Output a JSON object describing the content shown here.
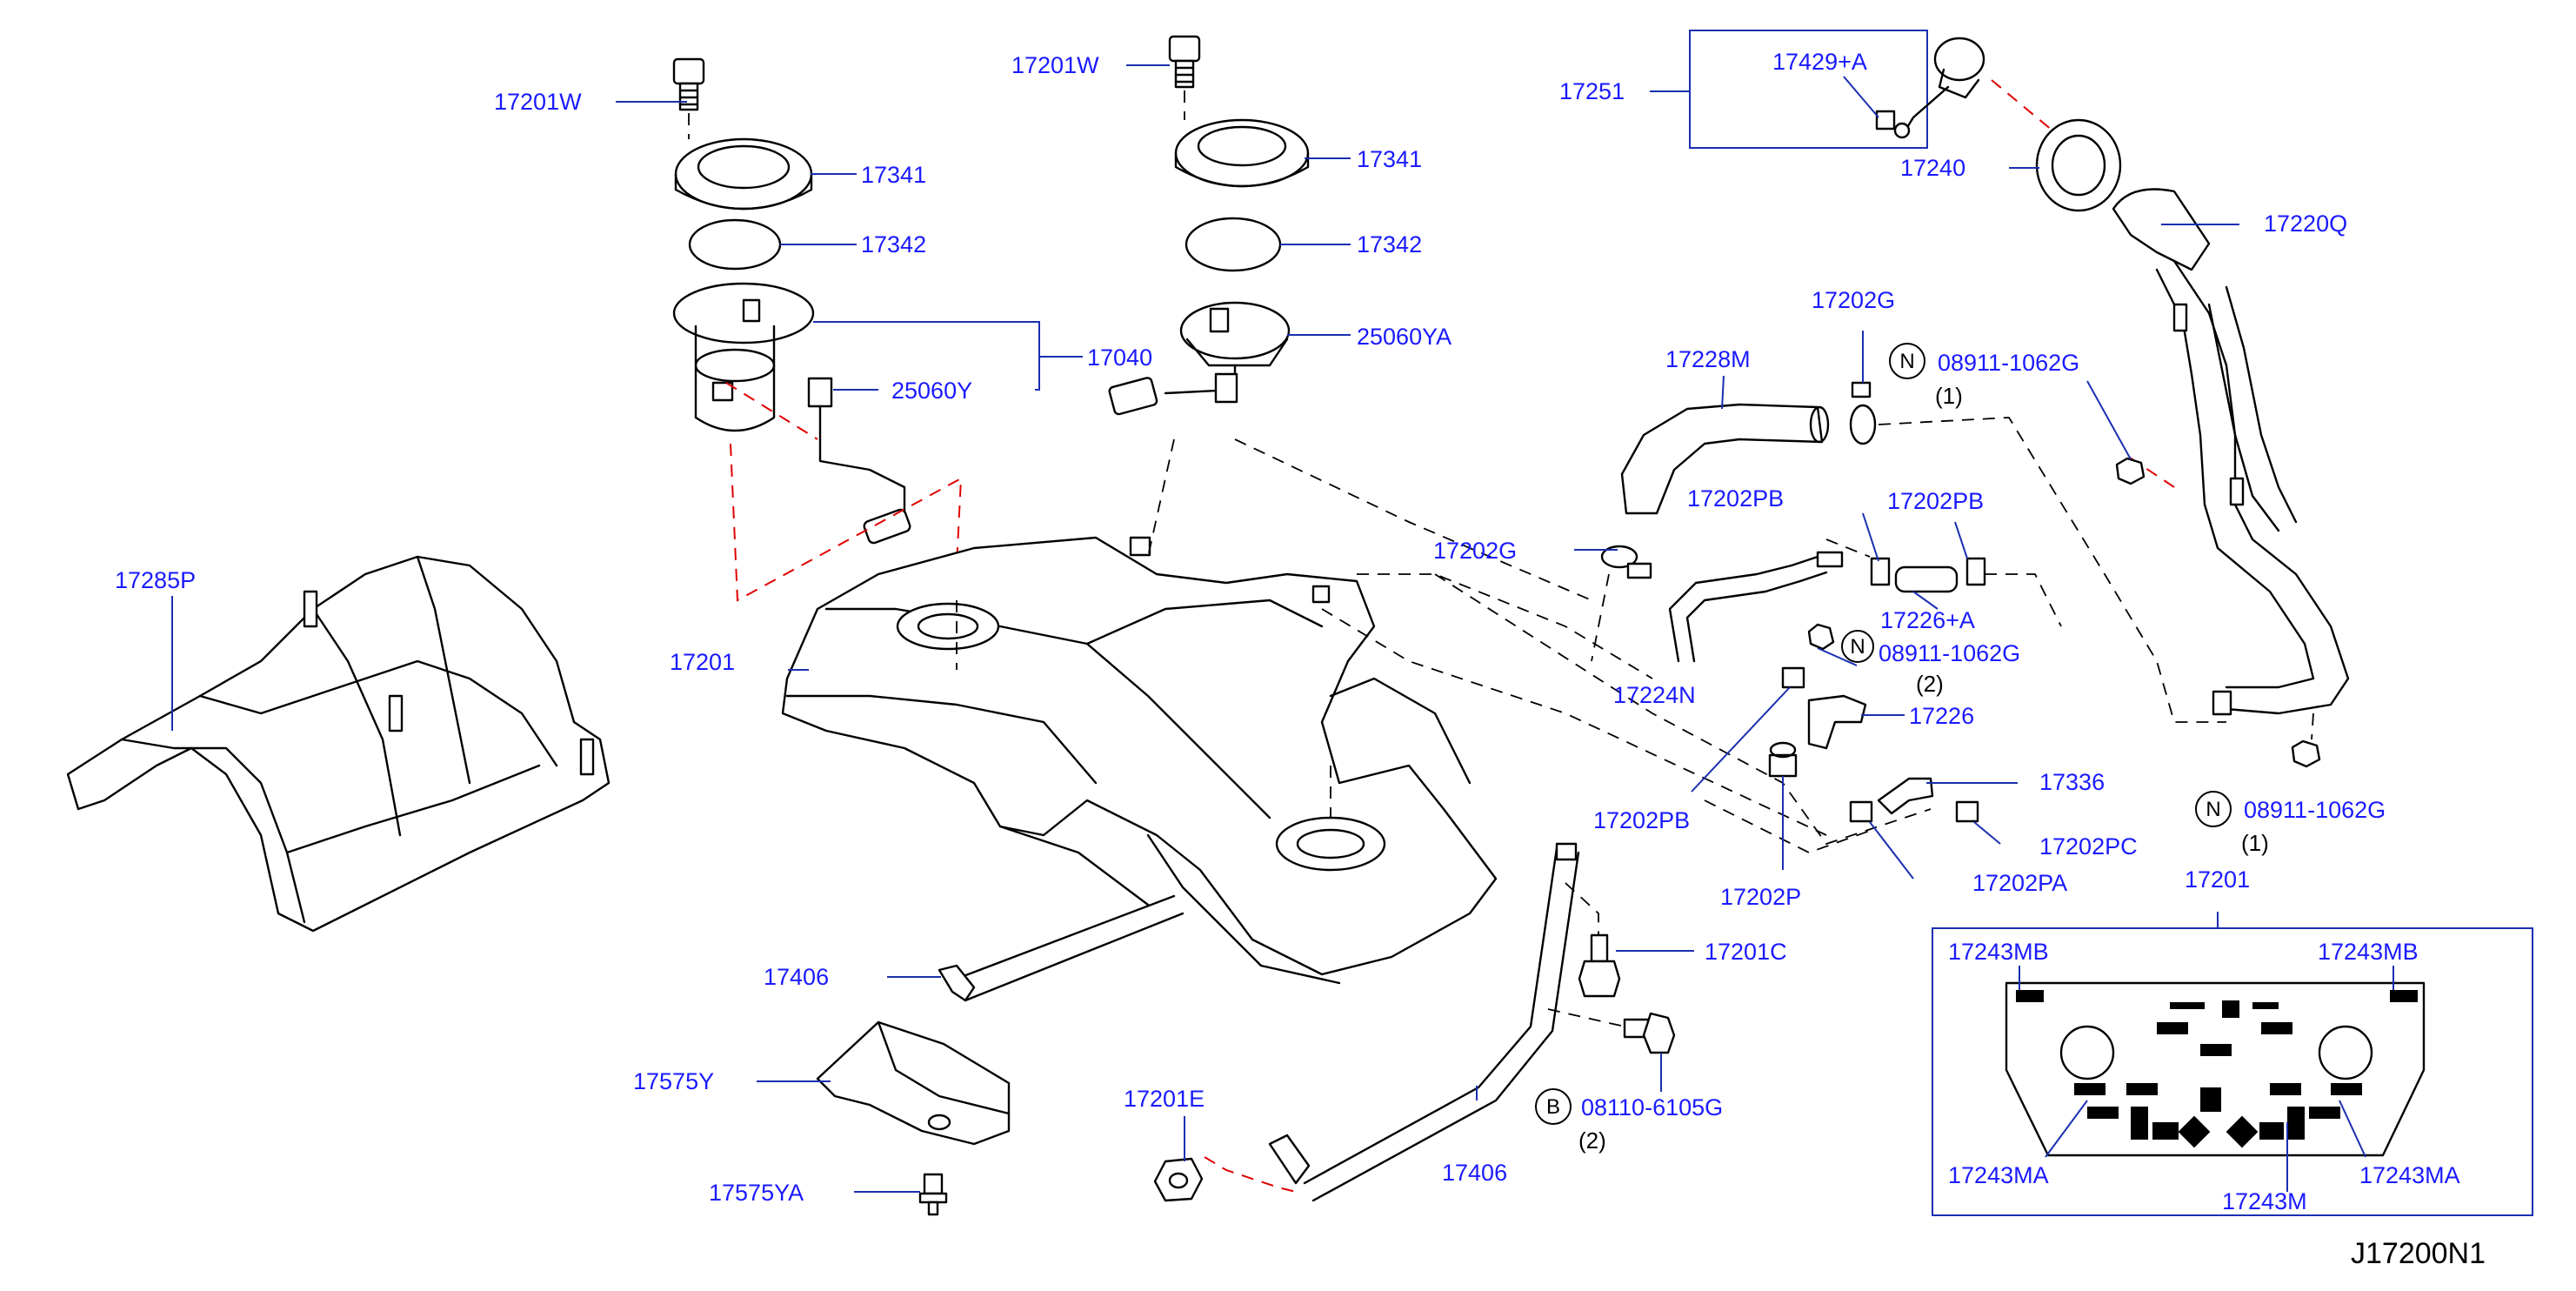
{
  "diagram_id": "J17200N1",
  "labels": {
    "l_17201W_a": "17201W",
    "l_17201W_b": "17201W",
    "l_17341_a": "17341",
    "l_17341_b": "17341",
    "l_17342_a": "17342",
    "l_17342_b": "17342",
    "l_17040": "17040",
    "l_25060Y": "25060Y",
    "l_25060YA": "25060YA",
    "l_17251": "17251",
    "l_17429A": "17429+A",
    "l_17240": "17240",
    "l_17220Q": "17220Q",
    "l_17202G_top": "17202G",
    "l_08911_a": "08911-1062G",
    "l_17228M": "17228M",
    "l_17202PB_a": "17202PB",
    "l_17202PB_b": "17202PB",
    "l_17202G_mid": "17202G",
    "l_17226A": "17226+A",
    "l_08911_b": "08911-1062G",
    "l_17224N": "17224N",
    "l_17226": "17226",
    "l_17202PB_c": "17202PB",
    "l_17336": "17336",
    "l_17202PC": "17202PC",
    "l_17202PA": "17202PA",
    "l_17202P": "17202P",
    "l_08911_c": "08911-1062G",
    "l_17201": "17201",
    "l_17201_tank": "17201",
    "l_17285P": "17285P",
    "l_17406_a": "17406",
    "l_17406_b": "17406",
    "l_17575Y": "17575Y",
    "l_17575YA": "17575YA",
    "l_17201E": "17201E",
    "l_17201C": "17201C",
    "l_08110": "08110-6105G",
    "l_17243MB_a": "17243MB",
    "l_17243MB_b": "17243MB",
    "l_17243MA_a": "17243MA",
    "l_17243MA_b": "17243MA",
    "l_17243M": "17243M"
  },
  "quantities": {
    "q_08911_a": "(1)",
    "q_08911_b": "(2)",
    "q_08911_c": "(1)",
    "q_08110": "(2)"
  },
  "symbols": {
    "n_a": "N",
    "n_b": "N",
    "n_c": "N",
    "b_a": "B"
  },
  "colors": {
    "label_text": "#1a1aff",
    "leader_line": "#1a2fb0",
    "red_dash": "#e00000",
    "line_art": "#000000"
  }
}
